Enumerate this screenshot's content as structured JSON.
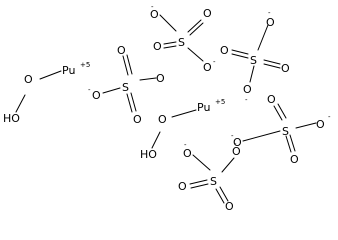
{
  "molecule": {
    "pu1": {
      "symbol": "Pu",
      "charge": "+5"
    },
    "pu2": {
      "symbol": "Pu",
      "charge": "+5"
    },
    "o_pu1": "O",
    "oh_1": "HO",
    "o_pu2": "O",
    "oh_2": "HO",
    "sulfates": [
      {
        "s": "S",
        "o1": "O",
        "o1_charge": "-",
        "o2": "O",
        "o3": "O",
        "o4": "O",
        "o4_charge": "-"
      },
      {
        "s": "S",
        "o1": "O",
        "o1_charge": "-",
        "o2": "O",
        "o3": "O",
        "o3_charge": "-",
        "o4": "O"
      },
      {
        "s": "S",
        "o1": "O",
        "o2": "O",
        "o3": "O",
        "o4": "O",
        "o4_charge": "-"
      },
      {
        "s": "S",
        "o1": "O",
        "o1_charge": "-",
        "o2": "O",
        "o3": "O",
        "o3_charge": "-",
        "o4": "O"
      },
      {
        "s": "S",
        "o1": "O",
        "o1_charge": "-",
        "o2": "O",
        "o2_charge": "-",
        "o3": "O",
        "o4": "O"
      }
    ]
  }
}
